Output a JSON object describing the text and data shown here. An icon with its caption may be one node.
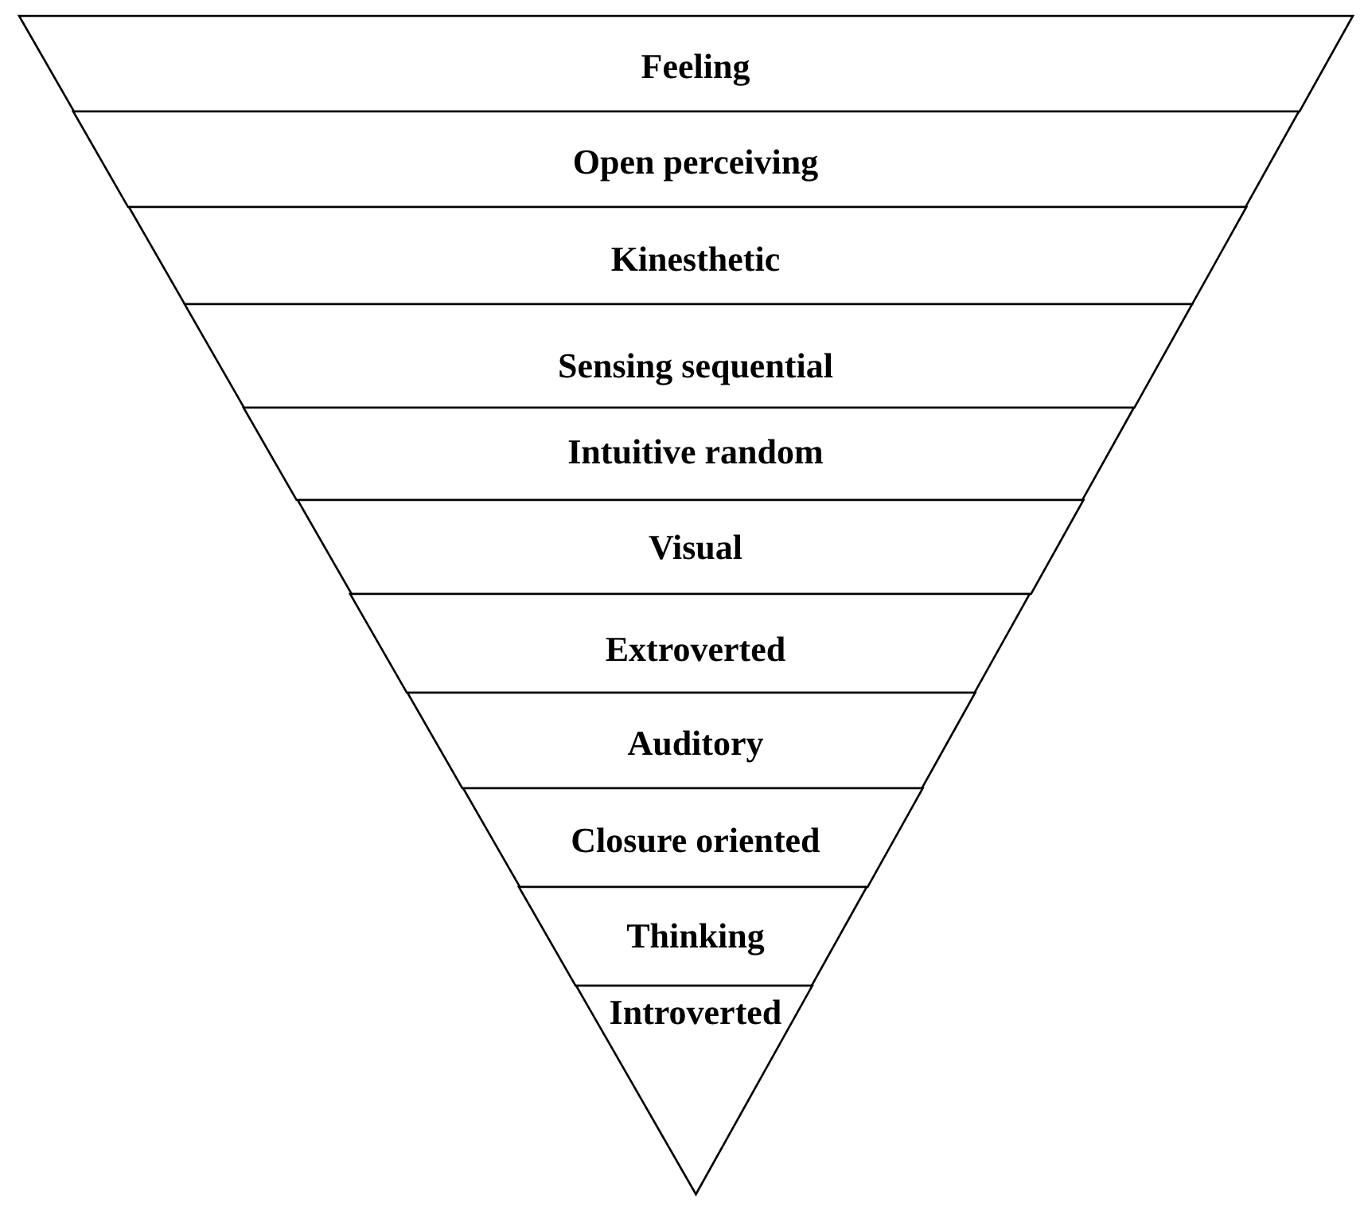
{
  "diagram": {
    "nodes": [
      {
        "text": [
          "Feeling"
        ]
      },
      {
        "text": [
          "Open perceiving"
        ]
      },
      {
        "text": [
          "Kinesthetic"
        ]
      },
      {
        "text": [
          "Sensing sequential"
        ]
      },
      {
        "text": [
          "Intuitive random"
        ]
      },
      {
        "text": [
          "Visual"
        ]
      },
      {
        "text": [
          "Extroverted"
        ]
      },
      {
        "text": [
          "Auditory"
        ]
      },
      {
        "text": [
          "Closure oriented"
        ]
      },
      {
        "text": [
          "Thinking"
        ]
      },
      {
        "text": [
          "Introverted"
        ]
      }
    ]
  }
}
